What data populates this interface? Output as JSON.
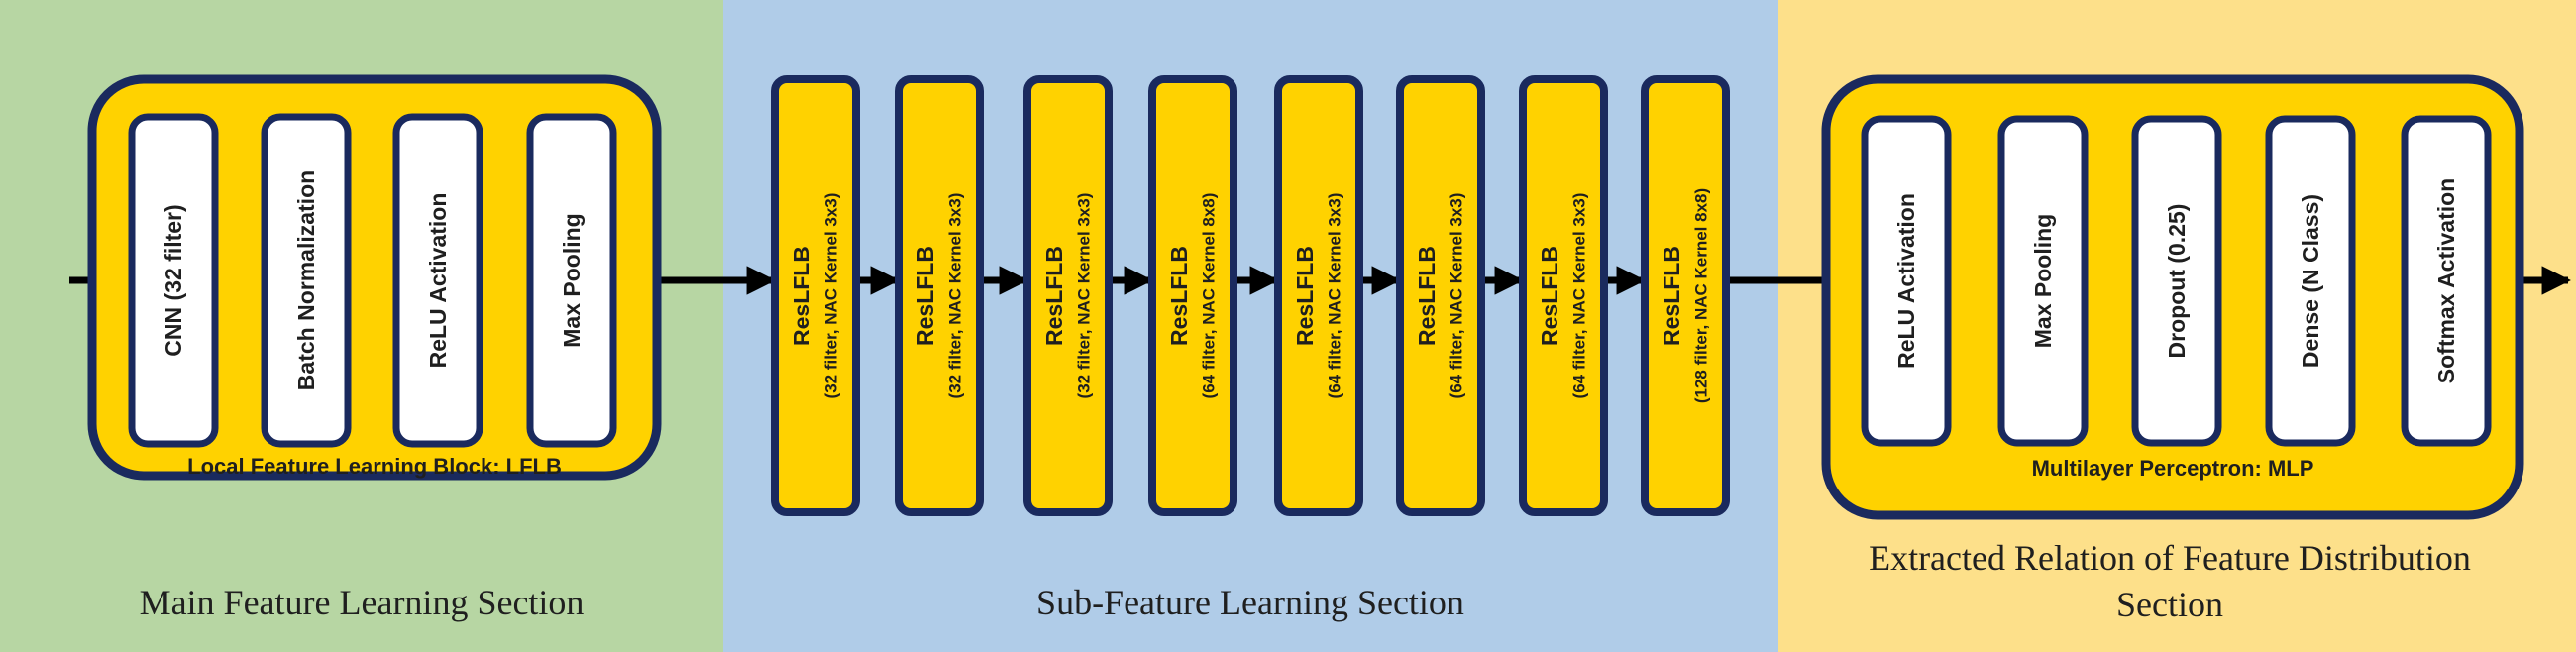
{
  "sections": {
    "main": {
      "title": "Main Feature Learning Section",
      "color": "#b7d6a3"
    },
    "sub": {
      "title": "Sub-Feature Learning Section",
      "color": "#b0cce8"
    },
    "relation": {
      "title_line1": "Extracted Relation of Feature Distribution",
      "title_line2": "Section",
      "color": "#fde08a"
    }
  },
  "lflb": {
    "caption": "Local Feature Learning Block: LFLB",
    "layers": [
      "CNN (32 filter)",
      "Batch Normalization",
      "ReLU Activation",
      "Max Pooling"
    ]
  },
  "resblocks": [
    {
      "name": "ResLFLB",
      "params": "(32 filter, NAC Kernel 3x3)"
    },
    {
      "name": "ResLFLB",
      "params": "(32 filter, NAC Kernel 3x3)"
    },
    {
      "name": "ResLFLB",
      "params": "(32 filter, NAC Kernel 3x3)"
    },
    {
      "name": "ResLFLB",
      "params": "(64 filter, NAC Kernel 8x8)"
    },
    {
      "name": "ResLFLB",
      "params": "(64 filter, NAC Kernel 3x3)"
    },
    {
      "name": "ResLFLB",
      "params": "(64 filter, NAC Kernel 3x3)"
    },
    {
      "name": "ResLFLB",
      "params": "(64 filter, NAC Kernel 3x3)"
    },
    {
      "name": "ResLFLB",
      "params": "(128 filter, NAC Kernel 8x8)"
    }
  ],
  "mlp": {
    "caption": "Multilayer Perceptron: MLP",
    "layers": [
      "ReLU Activation",
      "Max Pooling",
      "Dropout (0.25)",
      "Dense (N Class)",
      "Softmax Activation"
    ]
  },
  "colors": {
    "block": "#ffd200",
    "border": "#1a2a5e",
    "arrow": "#000000",
    "layer": "#ffffff"
  }
}
